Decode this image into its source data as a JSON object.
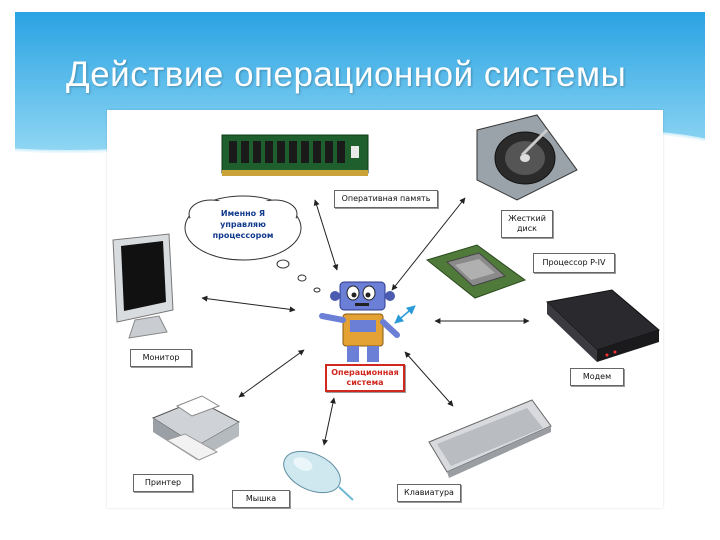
{
  "slide": {
    "title": "Действие операционной системы"
  },
  "diagram": {
    "thought": "Именно Я управляю процессором",
    "labels": {
      "ram": "Оперативная память",
      "hdd": "Жесткий диск",
      "cpu": "Процессор P-IV",
      "monitor": "Монитор",
      "modem": "Модем",
      "os": "Операционная система",
      "printer": "Принтер",
      "mouse": "Мышка",
      "keyboard": "Клавиатура"
    }
  },
  "colors": {
    "slide_top": "#2aa3e3",
    "slide_bottom": "#8fd6f3",
    "os_label": "#d0281f",
    "thought_text": "#123a8c"
  },
  "icons": [
    "ram-module-icon",
    "hard-disk-icon",
    "processor-icon",
    "monitor-icon",
    "modem-icon",
    "robot-icon",
    "printer-icon",
    "mouse-icon",
    "keyboard-icon"
  ]
}
